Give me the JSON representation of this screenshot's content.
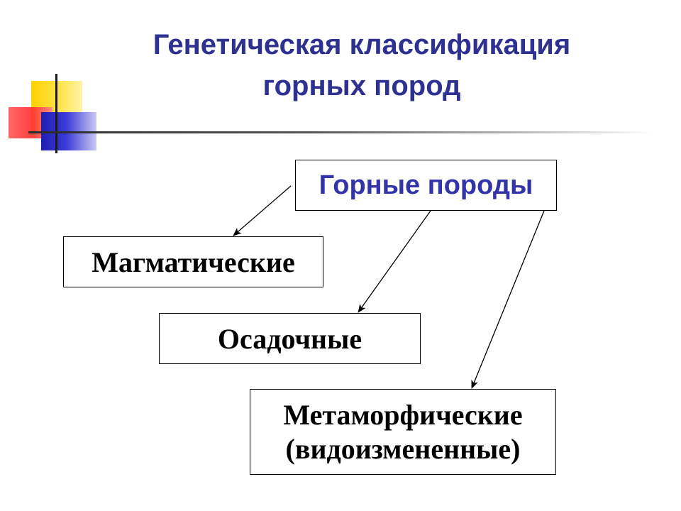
{
  "title": {
    "line1": "Генетическая классификация",
    "line2": "горных пород"
  },
  "diagram": {
    "root": "Горные породы",
    "children": [
      {
        "id": "magmatic",
        "label": "Магматические"
      },
      {
        "id": "sedimentary",
        "label": "Осадочные"
      },
      {
        "id": "metamorphic",
        "label": "Метаморфические",
        "sublabel": "(видоизмененные)"
      }
    ]
  },
  "colors": {
    "title": "#2e3192",
    "root_text": "#3333aa",
    "deco_yellow": "#ffd200",
    "deco_red": "#ff3030",
    "deco_blue": "#1f1fb0"
  }
}
